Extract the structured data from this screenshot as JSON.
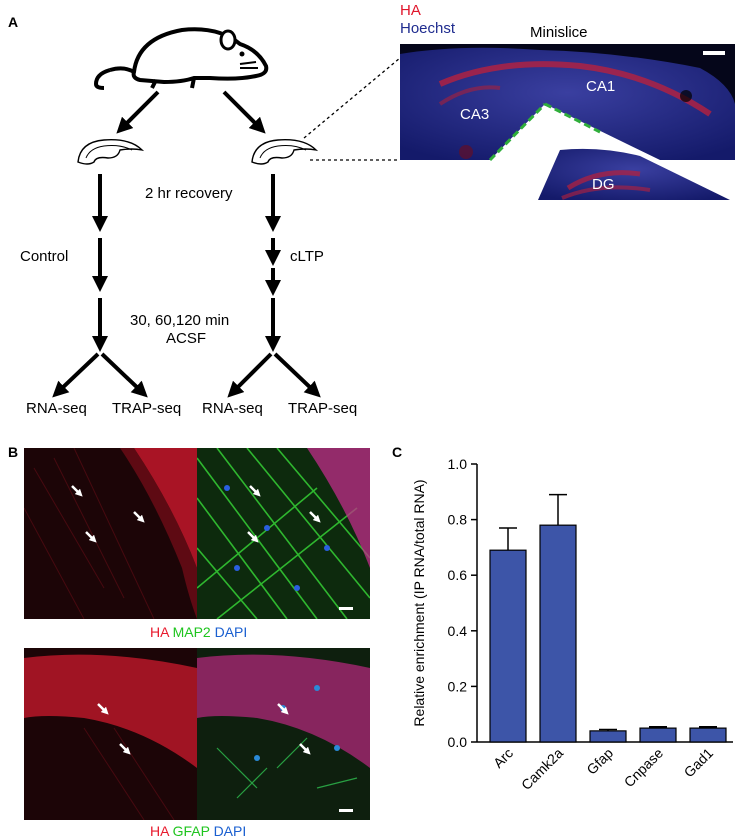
{
  "panels": {
    "a": {
      "letter": "A"
    },
    "b": {
      "letter": "B"
    },
    "c": {
      "letter": "C"
    }
  },
  "panel_a": {
    "step_recovery": "2 hr recovery",
    "control_label": "Control",
    "cltp_label": "cLTP",
    "acsf_line1": "30, 60,120 min",
    "acsf_line2": "ACSF",
    "outputs": [
      "RNA-seq",
      "TRAP-seq",
      "RNA-seq",
      "TRAP-seq"
    ],
    "micro": {
      "title": "Minislice",
      "legend_ha": "HA",
      "legend_hoechst": "Hoechst",
      "region_ca1": "CA1",
      "region_ca3": "CA3",
      "region_dg": "DG",
      "color_ha": "#e0152b",
      "color_hoechst": "#1f2c8f"
    }
  },
  "panel_b": {
    "caption1": {
      "ha": "HA",
      "marker": "MAP2",
      "dapi": "DAPI"
    },
    "caption2": {
      "ha": "HA",
      "marker": "GFAP",
      "dapi": "DAPI"
    },
    "colors": {
      "ha": "#e8192c",
      "map2": "#1ec41e",
      "gfap": "#1ec41e",
      "dapi": "#1a5fd0"
    }
  },
  "chart_data": {
    "type": "bar",
    "categories": [
      "Arc",
      "Camk2a",
      "Gfap",
      "Cnpase",
      "Gad1"
    ],
    "values": [
      0.69,
      0.78,
      0.04,
      0.05,
      0.05
    ],
    "errors": [
      0.08,
      0.11,
      0.005,
      0.005,
      0.005
    ],
    "ylabel": "Relative enrichment (IP RNA/total RNA)",
    "xlabel": "",
    "title": "",
    "ylim": [
      0,
      1.0
    ],
    "yticks": [
      "0.0",
      "0.2",
      "0.4",
      "0.6",
      "0.8",
      "1.0"
    ],
    "bar_color": "#3d55a8",
    "grid": false
  }
}
